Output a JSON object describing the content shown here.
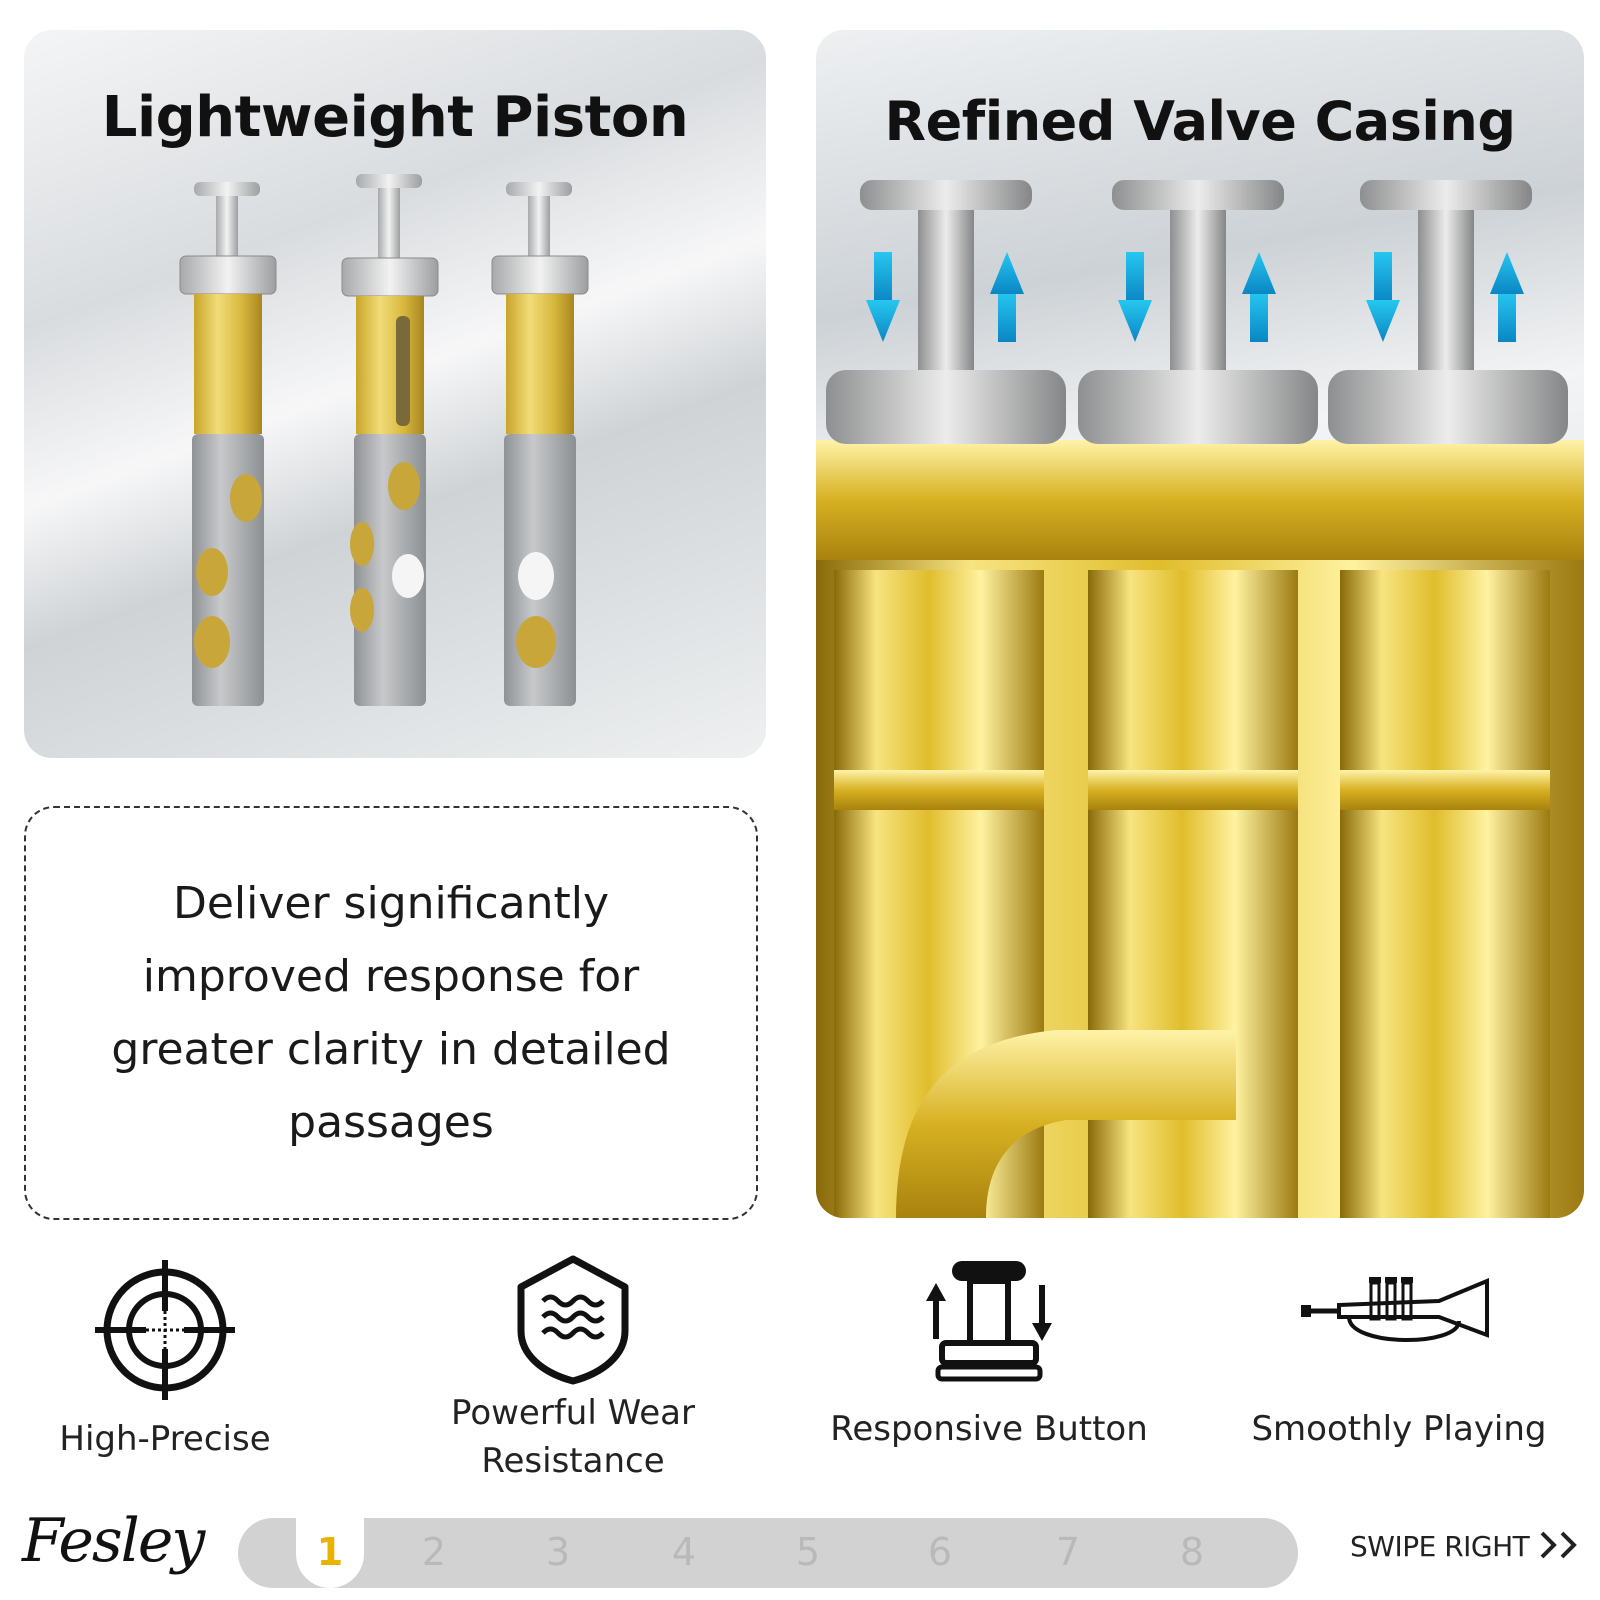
{
  "piston_panel": {
    "title": "Lightweight Piston"
  },
  "valve_panel": {
    "title": "Refined Valve Casing"
  },
  "description": "Deliver significantly improved response for greater clarity in detailed passages",
  "features": [
    {
      "label": "High-Precise",
      "icon": "crosshair-target-icon"
    },
    {
      "label": "Powerful Wear Resistance",
      "icon": "shield-waves-icon"
    },
    {
      "label": "Responsive Button",
      "icon": "valve-button-arrows-icon"
    },
    {
      "label": "Smoothly Playing",
      "icon": "trumpet-icon"
    }
  ],
  "brand": "Fesley",
  "pagination": {
    "pages": [
      "1",
      "2",
      "3",
      "4",
      "5",
      "6",
      "7",
      "8"
    ],
    "current": 1
  },
  "swipe": {
    "label": "SWIPE RIGHT",
    "icon": "double-chevron-right-icon"
  },
  "colors": {
    "brass": "#d9b422",
    "steel": "#a9acaf",
    "arrow_blue": "#0fa8d8",
    "active_page": "#e8b400",
    "pager_track": "#d2d2d2"
  }
}
